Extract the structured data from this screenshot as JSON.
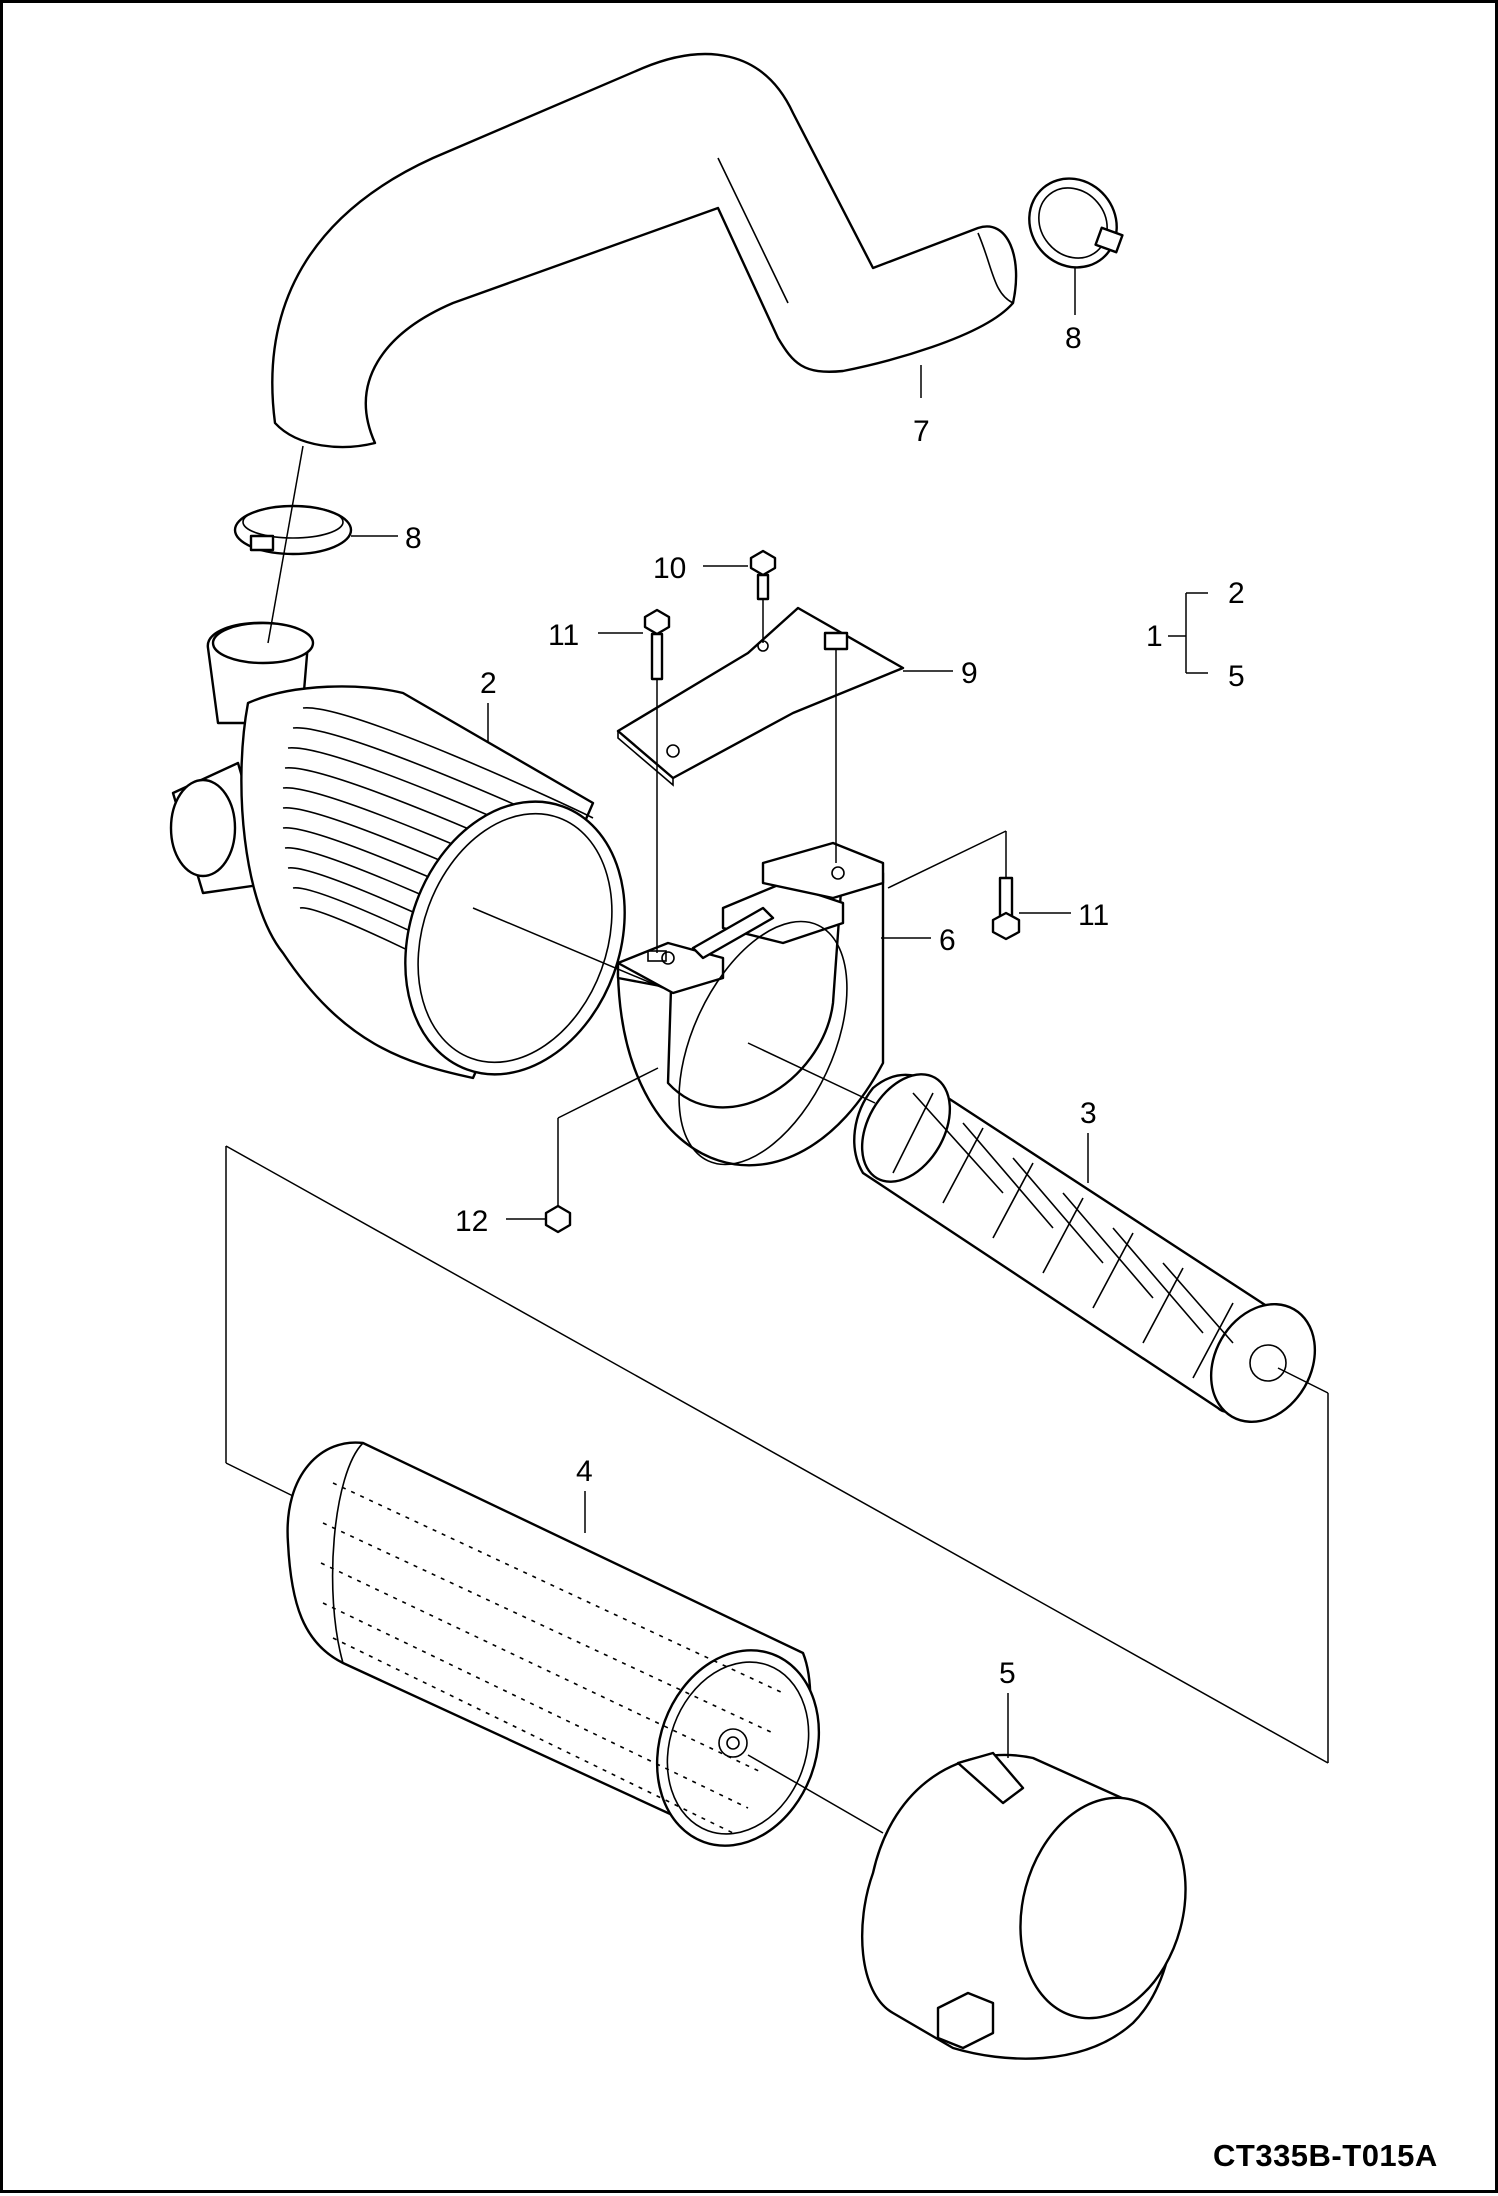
{
  "drawing": {
    "code": "CT335B-T015A"
  },
  "callouts": {
    "p1": "1",
    "p2_group": "2",
    "p5_group": "5",
    "p2": "2",
    "p3": "3",
    "p4": "4",
    "p5": "5",
    "p6": "6",
    "p7": "7",
    "p8_top": "8",
    "p8_left": "8",
    "p9": "9",
    "p10": "10",
    "p11_left": "11",
    "p11_right": "11",
    "p12": "12"
  }
}
